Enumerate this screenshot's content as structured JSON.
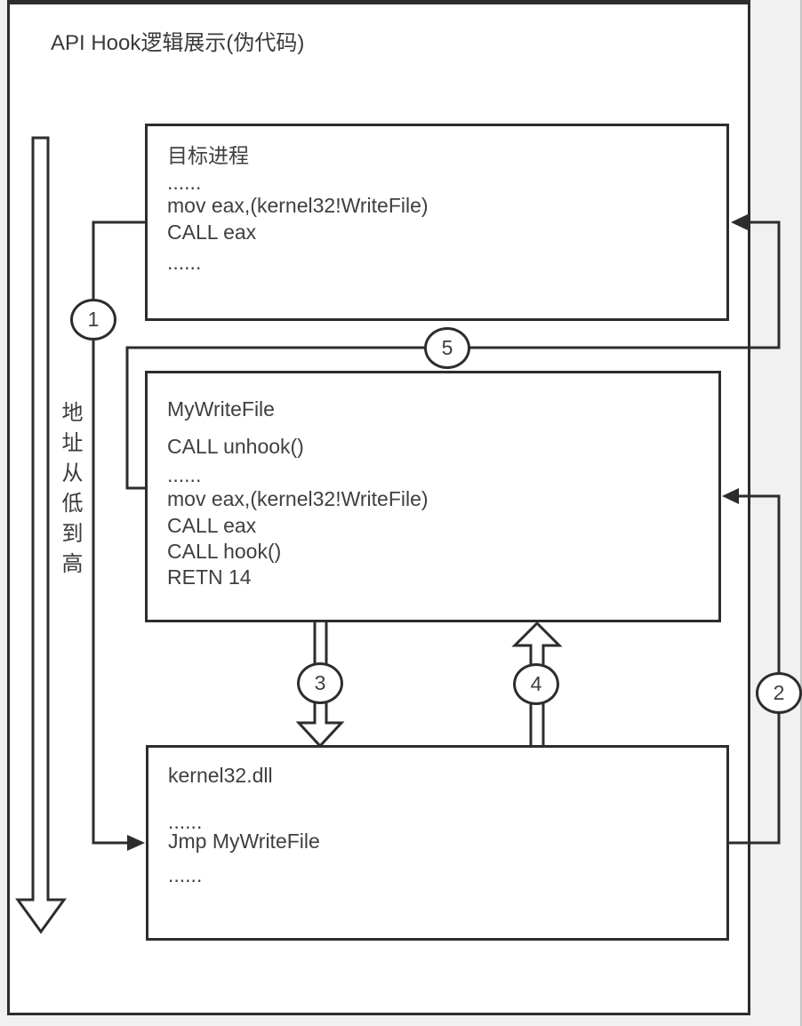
{
  "title": "API Hook逻辑展示(伪代码)",
  "address_axis_label": "地址从低到高",
  "boxes": {
    "target_process": {
      "title": "目标进程",
      "lines": [
        "......",
        "mov eax,(kernel32!WriteFile)",
        "CALL eax",
        "......"
      ]
    },
    "hook_function": {
      "title": "MyWriteFile",
      "lines": [
        "CALL unhook()",
        "......",
        "mov eax,(kernel32!WriteFile)",
        "CALL eax",
        "CALL hook()",
        "RETN 14"
      ]
    },
    "kernel32": {
      "title": "kernel32.dll",
      "lines": [
        "......",
        "Jmp MyWriteFile",
        "......"
      ]
    }
  },
  "step_markers": [
    "1",
    "2",
    "3",
    "4",
    "5"
  ],
  "colors": {
    "stroke": "#2d2d2d",
    "text": "#3f3f3f",
    "canvas_background": "#f1f1f1",
    "box_fill": "#ffffff"
  }
}
